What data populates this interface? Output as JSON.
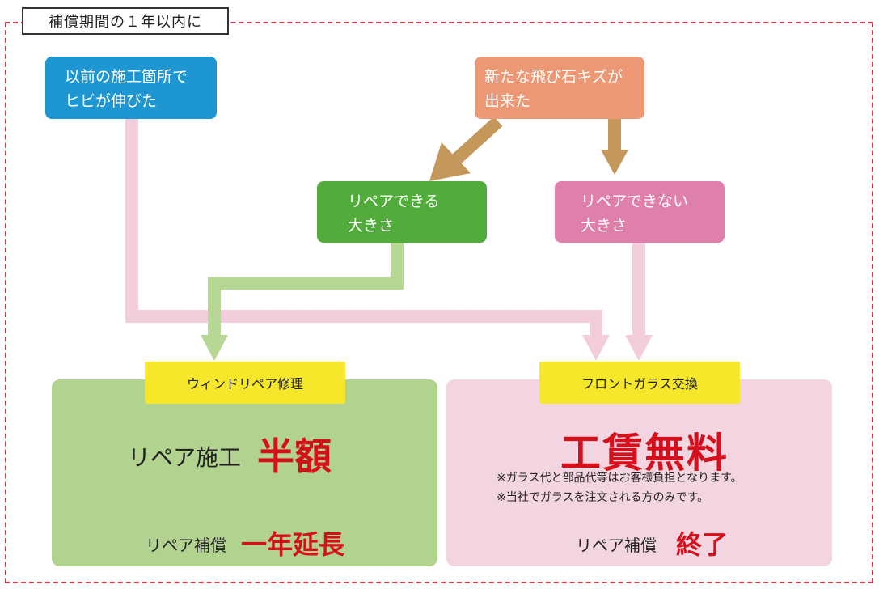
{
  "title": "補償期間の１年以内に",
  "nodes": {
    "blue": [
      "以前の施工箇所で",
      "ヒビが伸びた"
    ],
    "orange": [
      "新たな飛び石キズが",
      "出来た"
    ],
    "green": [
      "リペアできる",
      "大きさ"
    ],
    "pink": [
      "リペアできない",
      "大きさ"
    ]
  },
  "repair": {
    "label": "ウィンドリペア修理",
    "main_label": "リペア施工",
    "main_value": "半額",
    "sub_label": "リペア補償",
    "sub_value": "一年延長"
  },
  "replace": {
    "label": "フロントガラス交換",
    "main_value": "工賃無料",
    "notes": [
      "※ガラス代と部品代等はお客様負担となります。",
      "※当社でガラスを注文される方のみです。"
    ],
    "sub_label": "リペア補償",
    "sub_value": "終了"
  },
  "colors": {
    "frame": "#d93a4a",
    "blue": "#1e96d2",
    "orange": "#ec9874",
    "green": "#52ac3c",
    "pink": "#df80ac",
    "arrow_brown": "#c4975a",
    "arrow_light_pink": "#f4cddd",
    "arrow_light_green": "#b7d894",
    "panel_green": "#b2d290",
    "panel_pink": "#f3d4e1",
    "label_yellow": "#f7e72a",
    "accent_red": "#d4101c"
  }
}
